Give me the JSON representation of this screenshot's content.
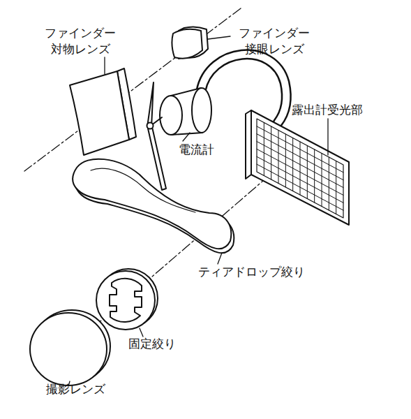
{
  "diagram": {
    "labels": [
      "ファインダー 対物レンズ",
      "ファインダー 接眼レンズ",
      "電流計",
      "露出計受光部",
      "ティアドロップ絞り",
      "固定絞り",
      "撮影レンズ"
    ]
  }
}
